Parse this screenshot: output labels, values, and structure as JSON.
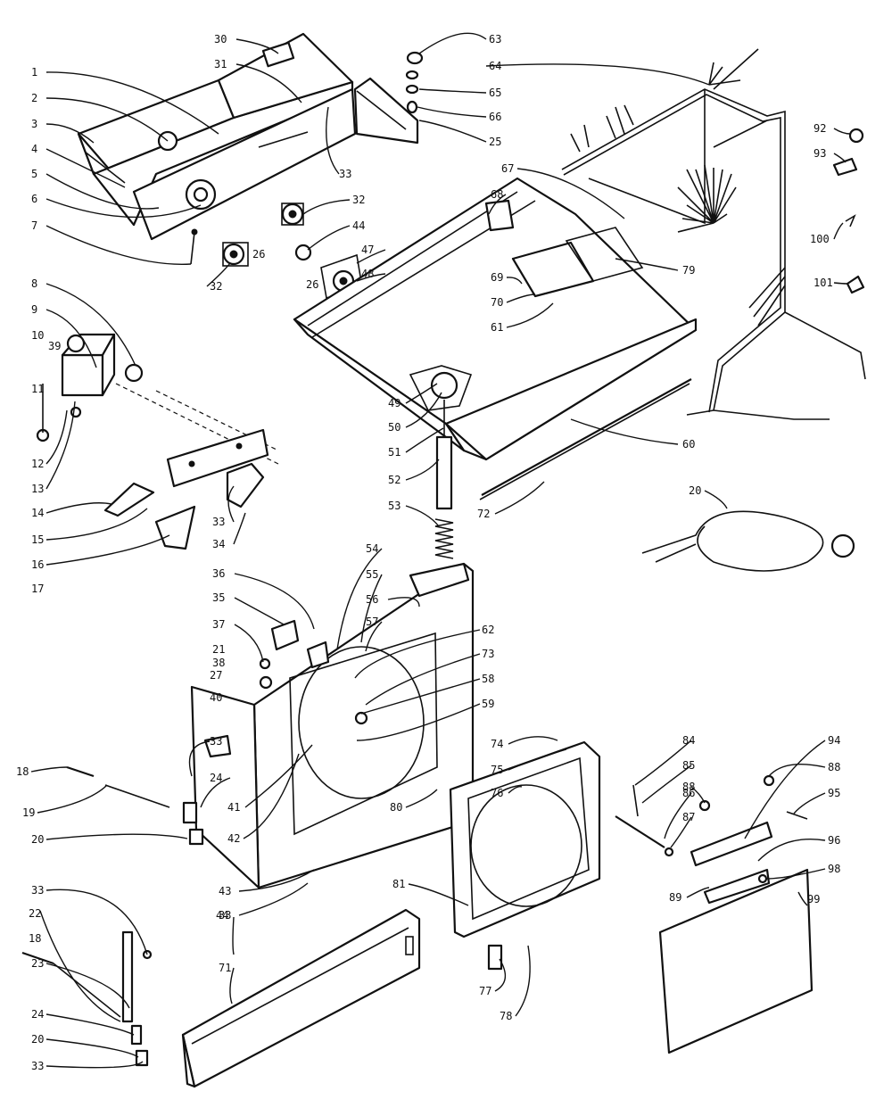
{
  "diagram": {
    "labels": [
      {
        "id": "l1",
        "text": "1"
      },
      {
        "id": "l2",
        "text": "2"
      },
      {
        "id": "l3",
        "text": "3"
      },
      {
        "id": "l4",
        "text": "4"
      },
      {
        "id": "l5",
        "text": "5"
      },
      {
        "id": "l6",
        "text": "6"
      },
      {
        "id": "l7",
        "text": "7"
      },
      {
        "id": "l8",
        "text": "8"
      },
      {
        "id": "l9",
        "text": "9"
      },
      {
        "id": "l10",
        "text": "10"
      },
      {
        "id": "l39",
        "text": "39"
      },
      {
        "id": "l11",
        "text": "11"
      },
      {
        "id": "l12",
        "text": "12"
      },
      {
        "id": "l13",
        "text": "13"
      },
      {
        "id": "l14",
        "text": "14"
      },
      {
        "id": "l15",
        "text": "15"
      },
      {
        "id": "l16",
        "text": "16"
      },
      {
        "id": "l17",
        "text": "17"
      },
      {
        "id": "l18a",
        "text": "18"
      },
      {
        "id": "l19",
        "text": "19"
      },
      {
        "id": "l20a",
        "text": "20"
      },
      {
        "id": "l33a",
        "text": "33"
      },
      {
        "id": "l22",
        "text": "22"
      },
      {
        "id": "l18b",
        "text": "18"
      },
      {
        "id": "l23",
        "text": "23"
      },
      {
        "id": "l24a",
        "text": "24"
      },
      {
        "id": "l20b",
        "text": "20"
      },
      {
        "id": "l33b",
        "text": "33"
      },
      {
        "id": "l30",
        "text": "30"
      },
      {
        "id": "l31",
        "text": "31"
      },
      {
        "id": "l33c",
        "text": "33"
      },
      {
        "id": "l32a",
        "text": "32"
      },
      {
        "id": "l44a",
        "text": "44"
      },
      {
        "id": "l47",
        "text": "47"
      },
      {
        "id": "l48",
        "text": "48"
      },
      {
        "id": "l26a",
        "text": "26"
      },
      {
        "id": "l26b",
        "text": "26"
      },
      {
        "id": "l32b",
        "text": "32"
      },
      {
        "id": "l33d",
        "text": "33"
      },
      {
        "id": "l34",
        "text": "34"
      },
      {
        "id": "l36",
        "text": "36"
      },
      {
        "id": "l35",
        "text": "35"
      },
      {
        "id": "l37",
        "text": "37"
      },
      {
        "id": "l21",
        "text": "21"
      },
      {
        "id": "l38",
        "text": "38"
      },
      {
        "id": "l27",
        "text": "27"
      },
      {
        "id": "l40",
        "text": "40"
      },
      {
        "id": "l33e",
        "text": "33"
      },
      {
        "id": "l24b",
        "text": "24"
      },
      {
        "id": "l41",
        "text": "41"
      },
      {
        "id": "l42",
        "text": "42"
      },
      {
        "id": "l43",
        "text": "43"
      },
      {
        "id": "l33f",
        "text": "33"
      },
      {
        "id": "l44b",
        "text": "44"
      },
      {
        "id": "l71",
        "text": "71"
      },
      {
        "id": "l63",
        "text": "63"
      },
      {
        "id": "l64",
        "text": "64"
      },
      {
        "id": "l65",
        "text": "65"
      },
      {
        "id": "l66",
        "text": "66"
      },
      {
        "id": "l25",
        "text": "25"
      },
      {
        "id": "l67",
        "text": "67"
      },
      {
        "id": "l68",
        "text": "68"
      },
      {
        "id": "l69",
        "text": "69"
      },
      {
        "id": "l70",
        "text": "70"
      },
      {
        "id": "l61a",
        "text": "61"
      },
      {
        "id": "l79",
        "text": "79"
      },
      {
        "id": "l49",
        "text": "49"
      },
      {
        "id": "l50",
        "text": "50"
      },
      {
        "id": "l51",
        "text": "51"
      },
      {
        "id": "l52",
        "text": "52"
      },
      {
        "id": "l53",
        "text": "53"
      },
      {
        "id": "l60",
        "text": "60"
      },
      {
        "id": "l72",
        "text": "72"
      },
      {
        "id": "l54",
        "text": "54"
      },
      {
        "id": "l55",
        "text": "55"
      },
      {
        "id": "l56",
        "text": "56"
      },
      {
        "id": "l57",
        "text": "57"
      },
      {
        "id": "l62",
        "text": "62"
      },
      {
        "id": "l73",
        "text": "73"
      },
      {
        "id": "l58",
        "text": "58"
      },
      {
        "id": "l59",
        "text": "59"
      },
      {
        "id": "l80",
        "text": "80"
      },
      {
        "id": "l74",
        "text": "74"
      },
      {
        "id": "l75",
        "text": "75"
      },
      {
        "id": "l76",
        "text": "76"
      },
      {
        "id": "l81",
        "text": "81"
      },
      {
        "id": "l77",
        "text": "77"
      },
      {
        "id": "l78",
        "text": "78"
      },
      {
        "id": "l92",
        "text": "92"
      },
      {
        "id": "l93",
        "text": "93"
      },
      {
        "id": "l100",
        "text": "100"
      },
      {
        "id": "l101",
        "text": "101"
      },
      {
        "id": "l20c",
        "text": "20"
      },
      {
        "id": "l84",
        "text": "84"
      },
      {
        "id": "l85",
        "text": "85"
      },
      {
        "id": "l86",
        "text": "86"
      },
      {
        "id": "l87",
        "text": "87"
      },
      {
        "id": "l88a",
        "text": "88"
      },
      {
        "id": "l94",
        "text": "94"
      },
      {
        "id": "l88b",
        "text": "88"
      },
      {
        "id": "l95",
        "text": "95"
      },
      {
        "id": "l96",
        "text": "96"
      },
      {
        "id": "l98",
        "text": "98"
      },
      {
        "id": "l89",
        "text": "89"
      },
      {
        "id": "l99",
        "text": "99"
      }
    ]
  }
}
